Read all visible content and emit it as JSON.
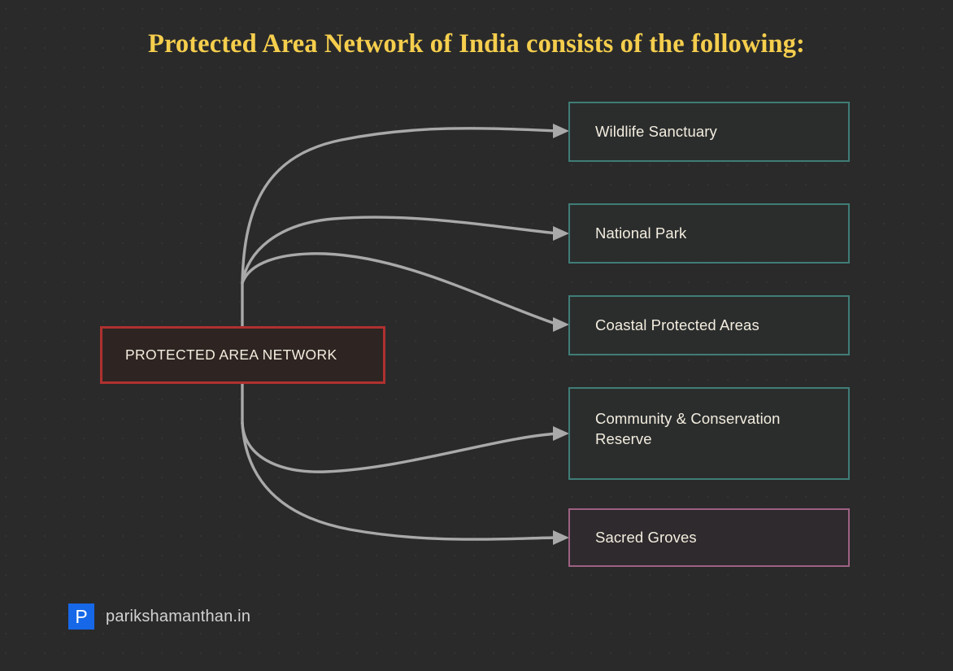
{
  "title": "Protected Area Network of India consists of the following:",
  "root": {
    "label": "PROTECTED AREA NETWORK",
    "border_color": "#ae3130",
    "fill_color": "#2e2522"
  },
  "nodes": [
    {
      "label": "Wildlife Sanctuary",
      "border_color": "#3f7d77",
      "fill_color": "#2b2d2d"
    },
    {
      "label": "National Park",
      "border_color": "#3f7d77",
      "fill_color": "#2b2d2d"
    },
    {
      "label": "Coastal Protected Areas",
      "border_color": "#3f7d77",
      "fill_color": "#2b2d2d"
    },
    {
      "label": "Community & Conservation Reserve",
      "border_color": "#3f7d77",
      "fill_color": "#2b2d2d"
    },
    {
      "label": "Sacred Groves",
      "border_color": "#9e6183",
      "fill_color": "#2e2a2d"
    }
  ],
  "watermark": {
    "badge_letter": "P",
    "text": "parikshamanthan.in",
    "badge_color": "#1668e8"
  },
  "theme": {
    "background": "#2a2a2a",
    "title_color": "#f5ce4d",
    "connector_color": "#a9a9a9",
    "node_text_color": "#f3eddf"
  }
}
